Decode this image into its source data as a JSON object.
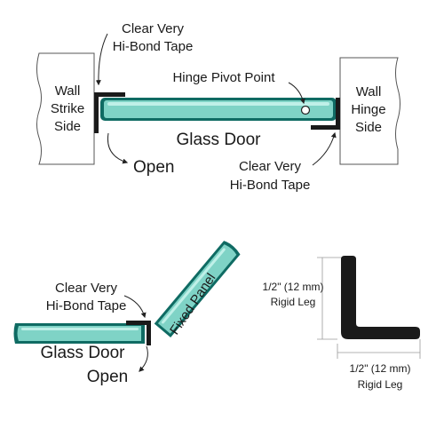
{
  "top_diagram": {
    "wall_left": [
      "Wall",
      "Strike",
      "Side"
    ],
    "wall_right": [
      "Wall",
      "Hinge",
      "Side"
    ],
    "tape_label_left": [
      "Clear Very",
      "Hi-Bond Tape"
    ],
    "tape_label_right": [
      "Clear Very",
      "Hi-Bond Tape"
    ],
    "pivot_label": "Hinge Pivot Point",
    "door_label": "Glass Door",
    "open_label": "Open"
  },
  "bottom_left_diagram": {
    "tape_label": [
      "Clear Very",
      "Hi-Bond Tape"
    ],
    "door_label": "Glass Door",
    "open_label": "Open",
    "panel_label": "Fixed Panel"
  },
  "profile_diagram": {
    "vertical_leg": [
      "1/2\" (12 mm)",
      "Rigid Leg"
    ],
    "horizontal_leg": [
      "1/2\" (12 mm)",
      "Rigid Leg"
    ]
  },
  "colors": {
    "glass_face": "#7fd3c6",
    "glass_edge": "#0f6b63",
    "tape": "#1a1a1a"
  }
}
